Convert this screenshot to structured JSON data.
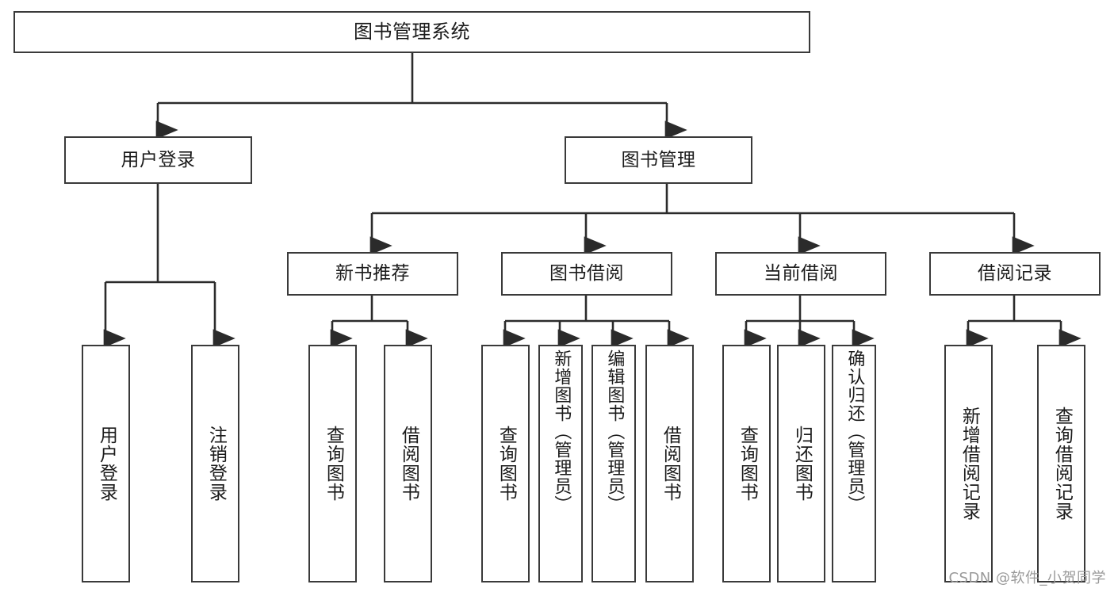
{
  "diagram": {
    "title": "图书管理系统",
    "type": "tree",
    "orientation": "top-down",
    "watermark": "CSDN @软件_小贺同学",
    "colors": {
      "box_border": "#3a3a3a",
      "box_fill": "#ffffff",
      "connector": "#2b2b2b",
      "text": "#1b1b1b",
      "watermark": "#9a9a9a",
      "background": "#ffffff"
    },
    "nodes": {
      "root": {
        "label": "图书管理系统"
      },
      "level2": [
        {
          "id": "user-login",
          "label": "用户登录"
        },
        {
          "id": "book-management",
          "label": "图书管理"
        }
      ],
      "level3": [
        {
          "id": "new-book-recommend",
          "label": "新书推荐",
          "parent": "book-management"
        },
        {
          "id": "book-borrow",
          "label": "图书借阅",
          "parent": "book-management"
        },
        {
          "id": "current-borrow",
          "label": "当前借阅",
          "parent": "book-management"
        },
        {
          "id": "borrow-record",
          "label": "借阅记录",
          "parent": "book-management"
        }
      ],
      "leaves": [
        {
          "id": "leaf-user-login",
          "label": "用户登录",
          "parent": "user-login"
        },
        {
          "id": "leaf-logout-login",
          "label": "注销登录",
          "parent": "user-login"
        },
        {
          "id": "leaf-query-book-1",
          "label": "查询图书",
          "parent": "new-book-recommend"
        },
        {
          "id": "leaf-borrow-book-1",
          "label": "借阅图书",
          "parent": "new-book-recommend"
        },
        {
          "id": "leaf-query-book-2",
          "label": "查询图书",
          "parent": "book-borrow"
        },
        {
          "id": "leaf-add-book",
          "label": "新增图书（管理员）",
          "parent": "book-borrow"
        },
        {
          "id": "leaf-edit-book",
          "label": "编辑图书（管理员）",
          "parent": "book-borrow"
        },
        {
          "id": "leaf-borrow-book-2",
          "label": "借阅图书",
          "parent": "book-borrow"
        },
        {
          "id": "leaf-query-book-3",
          "label": "查询图书",
          "parent": "current-borrow"
        },
        {
          "id": "leaf-return-book",
          "label": "归还图书",
          "parent": "current-borrow"
        },
        {
          "id": "leaf-confirm-return",
          "label": "确认归还（管理员）",
          "parent": "current-borrow"
        },
        {
          "id": "leaf-add-record",
          "label": "新增借阅记录",
          "parent": "borrow-record"
        },
        {
          "id": "leaf-query-record",
          "label": "查询借阅记录",
          "parent": "borrow-record"
        }
      ]
    }
  }
}
